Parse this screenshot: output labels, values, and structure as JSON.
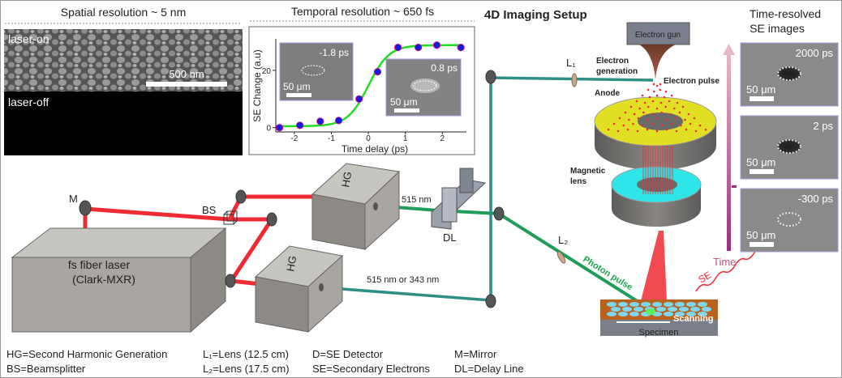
{
  "title": "4D Imaging Setup",
  "spatial": {
    "header": "Spatial resolution ~ 5 nm",
    "laser_on": "laser-on",
    "laser_off": "laser-off",
    "scale": "500 nm"
  },
  "temporal": {
    "header": "Temporal resolution ~ 650 fs",
    "inset_left": {
      "label": "-1.8 ps",
      "scale": "50 μm"
    },
    "inset_right": {
      "label": "0.8 ps",
      "scale": "50 μm"
    }
  },
  "chart_data": {
    "type": "scatter",
    "xlabel": "Time delay (ps)",
    "ylabel": "SE Change (a.u)",
    "xlim": [
      -2.5,
      2.65
    ],
    "ylim": [
      -1.5,
      31
    ],
    "xticks": [
      "-2",
      "-1",
      "0",
      "1",
      "2"
    ],
    "xtick_values": [
      -2,
      -1,
      0,
      1,
      2
    ],
    "yticks": [
      "0",
      "20"
    ],
    "ytick_values": [
      0,
      20
    ],
    "grid": false,
    "series": [
      {
        "x": [
          -2.4,
          -1.85,
          -1.3,
          -0.8,
          -0.25,
          0.25,
          0.8,
          1.35,
          1.85,
          2.5
        ],
        "y": [
          0,
          0.8,
          2.2,
          2.5,
          10,
          19.5,
          28,
          28,
          28.8,
          28
        ],
        "color": "#1a1adf"
      }
    ],
    "fit_color": "#22dd22"
  },
  "labels": {
    "mirror": "M",
    "beamsplitter": "BS",
    "laser_line1": "fs fiber laser",
    "laser_line2": "(Clark-MXR)",
    "hg1": "HG",
    "hg2": "HG",
    "beam_515": "515 nm",
    "beam_515_343": "515 nm or 343 nm",
    "delay_line": "DL",
    "l1": "L₁",
    "l2": "L₂",
    "photon_pulse": "Photon pulse",
    "electron_gun": "Electron gun",
    "electron_generation_1": "Electron",
    "electron_generation_2": "generation",
    "electron_pulse": "Electron pulse",
    "anode": "Anode",
    "magnetic_1": "Magnetic",
    "magnetic_2": "lens",
    "scanning": "Scanning",
    "specimen": "Specimen",
    "se": "SE",
    "time": "Time"
  },
  "time_resolved": {
    "header_1": "Time-resolved",
    "header_2": "SE images",
    "images": [
      {
        "label": "2000 ps",
        "scale": "50 μm"
      },
      {
        "label": "2 ps",
        "scale": "50 μm"
      },
      {
        "label": "-300 ps",
        "scale": "50 μm"
      }
    ]
  },
  "legend": {
    "col1": [
      "HG=Second Harmonic Generation",
      "BS=Beamsplitter"
    ],
    "col2": [
      "L₁=Lens (12.5 cm)",
      "L₂=Lens (17.5 cm)"
    ],
    "col3": [
      "D=SE Detector",
      "SE=Secondary Electrons"
    ],
    "col4": [
      "M=Mirror",
      "DL=Delay Line"
    ]
  },
  "colors": {
    "red_beam": "#ee2b33",
    "green_beam": "#1f9e5a",
    "anode": "#e2e024",
    "magnetic_lens": "#2ee6ea",
    "specimen": "#b8621e"
  }
}
